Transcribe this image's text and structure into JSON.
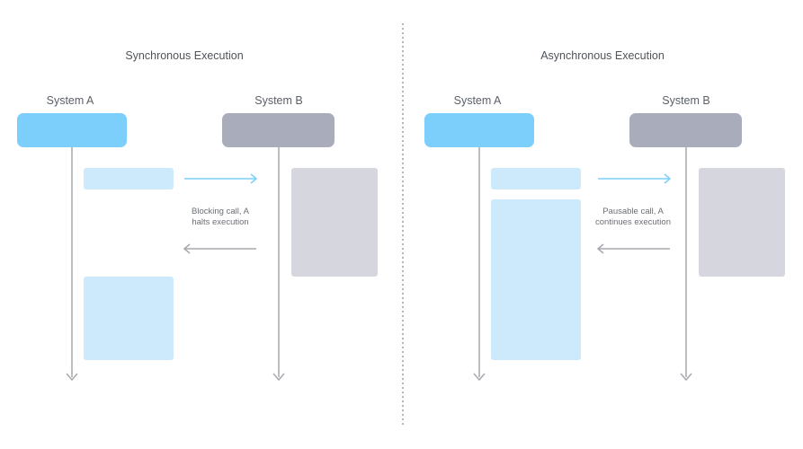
{
  "colors": {
    "system_a": "#7dcffb",
    "system_b": "#a9acba",
    "activity_a": "#cdeafc",
    "activity_b": "#d5d6de",
    "call_arrow": "#7dcffb",
    "return_arrow": "#a6a8ad",
    "lifeline": "#a6a8ad",
    "divider": "#9a9ca0"
  },
  "panels": [
    {
      "title": "Synchronous Execution",
      "system_a_label": "System A",
      "system_b_label": "System B",
      "note_line1": "Blocking call, A",
      "note_line2": "halts execution"
    },
    {
      "title": "Asynchronous Execution",
      "system_a_label": "System A",
      "system_b_label": "System B",
      "note_line1": "Pausable call, A",
      "note_line2": "continues execution"
    }
  ]
}
